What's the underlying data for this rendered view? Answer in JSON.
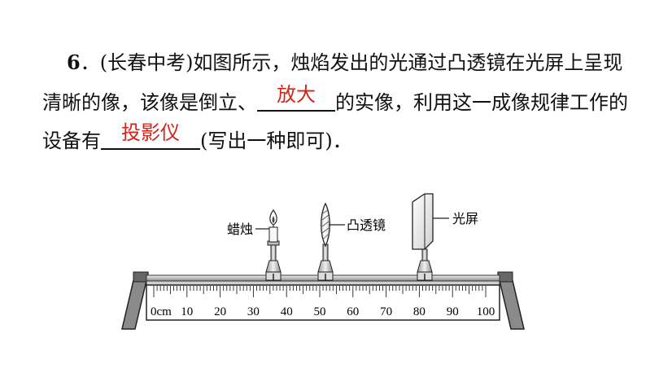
{
  "question": {
    "number": "6",
    "line1": "．(长春中考)如图所示，烛焰发出的光通过凸透镜在光屏上呈现",
    "line2_before": "清晰的像，该像是倒立、",
    "line2_after": "的实像，利用这一成像规律工作的",
    "line3_before": "设备有",
    "line3_after": "(写出一种即可)．",
    "answer1": "放大",
    "answer2": "投影仪"
  },
  "diagram": {
    "candle_label": "蜡烛",
    "lens_label": "凸透镜",
    "screen_label": "光屏",
    "ruler_unit": "0cm",
    "ruler_ticks": [
      "10",
      "20",
      "30",
      "40",
      "50",
      "60",
      "70",
      "80",
      "90",
      "100"
    ],
    "candle_position_cm": 35,
    "lens_position_cm": 50,
    "screen_position_cm": 80
  },
  "colors": {
    "answer": "#d1251b",
    "text": "#111111"
  }
}
